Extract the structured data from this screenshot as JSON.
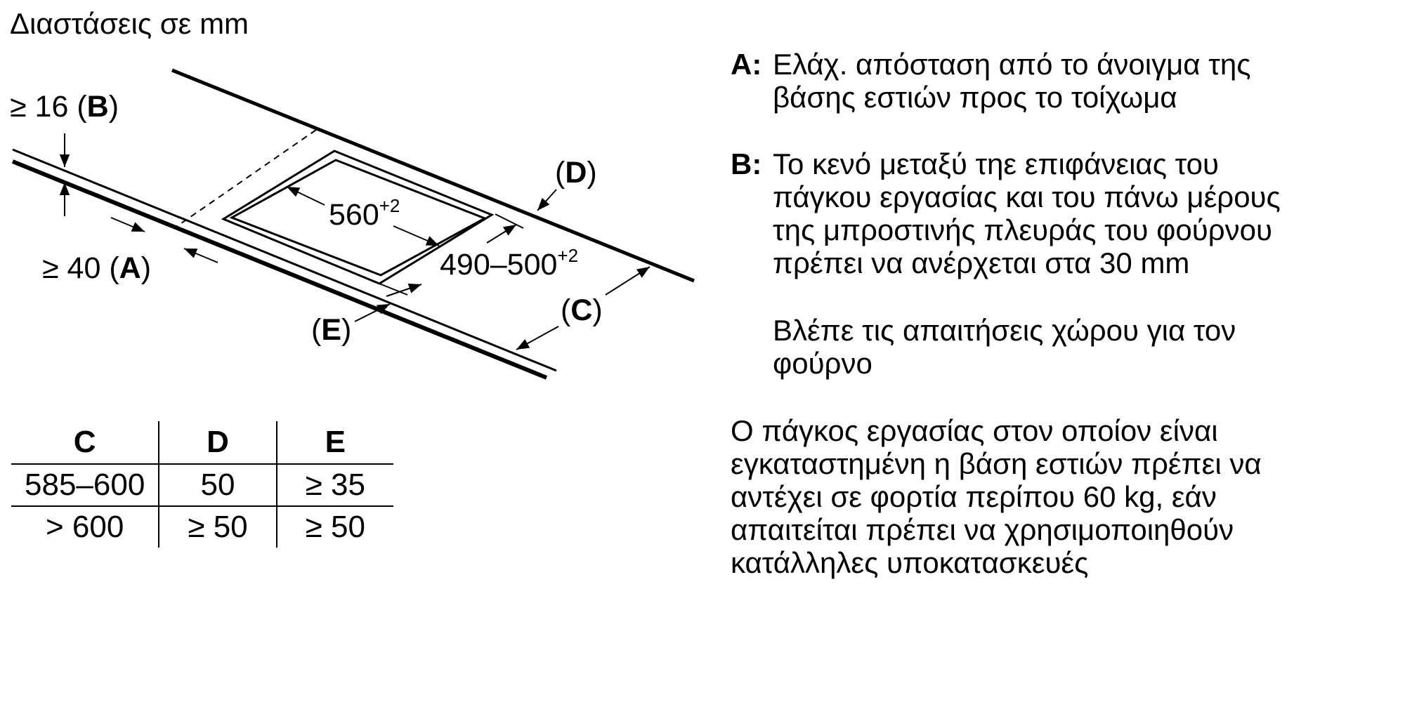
{
  "title": "Διαστάσεις σε mm",
  "diagram": {
    "dim_b": {
      "prefix": "≥ 16 (",
      "key": "B",
      "suffix": ")"
    },
    "dim_a": {
      "prefix": "≥ 40 (",
      "key": "A",
      "suffix": ")"
    },
    "dim_d": {
      "prefix": "(",
      "key": "D",
      "suffix": ")"
    },
    "dim_c": {
      "prefix": "(",
      "key": "C",
      "suffix": ")"
    },
    "dim_e": {
      "prefix": "(",
      "key": "E",
      "suffix": ")"
    },
    "width": {
      "value": "560",
      "tolerance": "+2"
    },
    "depth": {
      "value": "490–500",
      "tolerance": "+2"
    }
  },
  "table": {
    "headers": [
      "C",
      "D",
      "E"
    ],
    "rows": [
      [
        "585–600",
        "50",
        "≥ 35"
      ],
      [
        "> 600",
        "≥ 50",
        "≥ 50"
      ]
    ]
  },
  "notes": {
    "a": {
      "key": "A:",
      "lines": [
        "Ελάχ. απόσταση από το άνοιγμα της",
        "βάσης εστιών προς το τοίχωμα"
      ]
    },
    "b": {
      "key": "B:",
      "lines": [
        "Το κενό μεταξύ τηε επιφάνειας του",
        "πάγκου εργασίας και του πάνω μέρους",
        "της μπροστινής πλευράς του φούρνου",
        "πρέπει να ανέρχεται στα 30 mm"
      ]
    },
    "b_extra": {
      "lines": [
        "Βλέπε τις απαιτήσεις χώρου για τον",
        "φούρνο"
      ]
    },
    "general": {
      "lines": [
        "Ο πάγκος εργασίας στον οποίον είναι",
        "εγκαταστημένη η βάση εστιών πρέπει να",
        "αντέχει σε φορτία περίπου 60 kg, εάν",
        "απαιτείται πρέπει να χρησιμοποιηθούν",
        "κατάλληλες υποκατασκευές"
      ]
    }
  }
}
